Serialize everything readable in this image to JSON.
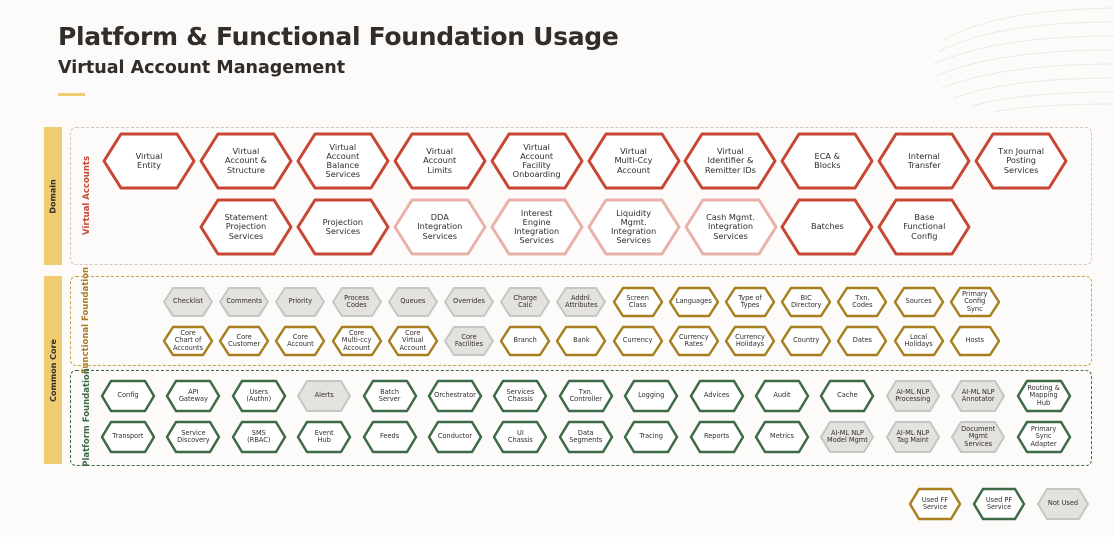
{
  "header": {
    "title": "Platform & Functional Foundation Usage",
    "subtitle": "Virtual Account Management"
  },
  "colors": {
    "accent": "#f0cc71",
    "domain_red": "#c74634",
    "domain_pink": "#e8b2aa",
    "ff_gold": "#a87f1f",
    "pf_green": "#3d6b47",
    "not_used": "#c7c5c3",
    "not_used_fill": "#e4e2df",
    "text": "#312d2a"
  },
  "bands": {
    "domain": "Domain",
    "common_core": "Common Core"
  },
  "virtual_accounts": {
    "label": "Virtual Accounts",
    "row1": [
      {
        "label": "Virtual\nEntity",
        "style": "red"
      },
      {
        "label": "Virtual\nAccount &\nStructure",
        "style": "red"
      },
      {
        "label": "Virtual\nAccount\nBalance\nServices",
        "style": "red"
      },
      {
        "label": "Virtual\nAccount\nLimits",
        "style": "red"
      },
      {
        "label": "Virtual\nAccount\nFacility\nOnboarding",
        "style": "red"
      },
      {
        "label": "Virtual\nMulti-Ccy\nAccount",
        "style": "red"
      },
      {
        "label": "Virtual\nIdentifier &\nRemitter IDs",
        "style": "red"
      },
      {
        "label": "ECA &\nBlocks",
        "style": "red"
      },
      {
        "label": "Internal\nTransfer",
        "style": "red"
      },
      {
        "label": "Txn Journal\nPosting\nServices",
        "style": "red"
      }
    ],
    "row2": [
      {
        "label": "Statement\nProjection\nServices",
        "style": "red"
      },
      {
        "label": "Projection\nServices",
        "style": "red"
      },
      {
        "label": "DDA\nIntegration\nServices",
        "style": "pink"
      },
      {
        "label": "Interest\nEngine\nIntegration\nServices",
        "style": "pink"
      },
      {
        "label": "Liquidity\nMgmt.\nIntegration\nServices",
        "style": "pink"
      },
      {
        "label": "Cash Mgmt.\nIntegration\nServices",
        "style": "pink"
      },
      {
        "label": "Batches",
        "style": "red"
      },
      {
        "label": "Base\nFunctional\nConfig",
        "style": "red"
      }
    ]
  },
  "functional_foundation": {
    "label": "Functional\nFoundation",
    "row1": [
      {
        "label": "Checklist",
        "style": "grey"
      },
      {
        "label": "Comments",
        "style": "grey"
      },
      {
        "label": "Priority",
        "style": "grey"
      },
      {
        "label": "Process\nCodes",
        "style": "grey"
      },
      {
        "label": "Queues",
        "style": "grey"
      },
      {
        "label": "Overrides",
        "style": "grey"
      },
      {
        "label": "Charge\nCalc",
        "style": "grey"
      },
      {
        "label": "Addnl.\nAttributes",
        "style": "grey"
      },
      {
        "label": "Screen\nClass",
        "style": "gold"
      },
      {
        "label": "Languages",
        "style": "gold"
      },
      {
        "label": "Type of\nTypes",
        "style": "gold"
      },
      {
        "label": "BIC\nDirectory",
        "style": "gold"
      },
      {
        "label": "Txn.\nCodes",
        "style": "gold"
      },
      {
        "label": "Sources",
        "style": "gold"
      },
      {
        "label": "Primary\nConfig\nSync",
        "style": "gold"
      }
    ],
    "row2": [
      {
        "label": "Core\nChart of\nAccounts",
        "style": "gold"
      },
      {
        "label": "Core\nCustomer",
        "style": "gold"
      },
      {
        "label": "Core\nAccount",
        "style": "gold"
      },
      {
        "label": "Core\nMulti-ccy\nAccount",
        "style": "gold"
      },
      {
        "label": "Core\nVirtual\nAccount",
        "style": "gold"
      },
      {
        "label": "Core\nFacilities",
        "style": "grey"
      },
      {
        "label": "Branch",
        "style": "gold"
      },
      {
        "label": "Bank",
        "style": "gold"
      },
      {
        "label": "Currency",
        "style": "gold"
      },
      {
        "label": "Currency\nRates",
        "style": "gold"
      },
      {
        "label": "Currency\nHolidays",
        "style": "gold"
      },
      {
        "label": "Country",
        "style": "gold"
      },
      {
        "label": "Dates",
        "style": "gold"
      },
      {
        "label": "Local\nHolidays",
        "style": "gold"
      },
      {
        "label": "Hosts",
        "style": "gold"
      }
    ]
  },
  "platform_foundation": {
    "label": "Platform\nFoundation",
    "row1": [
      {
        "label": "Config",
        "style": "green"
      },
      {
        "label": "API\nGateway",
        "style": "green"
      },
      {
        "label": "Users\n(Authn)",
        "style": "green"
      },
      {
        "label": "Alerts",
        "style": "grey"
      },
      {
        "label": "Batch\nServer",
        "style": "green"
      },
      {
        "label": "Orchestrator",
        "style": "green"
      },
      {
        "label": "Services\nChassis",
        "style": "green"
      },
      {
        "label": "Txn.\nController",
        "style": "green"
      },
      {
        "label": "Logging",
        "style": "green"
      },
      {
        "label": "Advices",
        "style": "green"
      },
      {
        "label": "Audit",
        "style": "green"
      },
      {
        "label": "Cache",
        "style": "green"
      },
      {
        "label": "AI-ML NLP\nProcessing",
        "style": "grey"
      },
      {
        "label": "AI-ML NLP\nAnnotator",
        "style": "grey"
      },
      {
        "label": "Routing &\nMapping\nHub",
        "style": "green"
      }
    ],
    "row2": [
      {
        "label": "Transport",
        "style": "green"
      },
      {
        "label": "Service\nDiscovery",
        "style": "green"
      },
      {
        "label": "SMS\n(RBAC)",
        "style": "green"
      },
      {
        "label": "Event\nHub",
        "style": "green"
      },
      {
        "label": "Feeds",
        "style": "green"
      },
      {
        "label": "Conductor",
        "style": "green"
      },
      {
        "label": "UI\nChassis",
        "style": "green"
      },
      {
        "label": "Data\nSegments",
        "style": "green"
      },
      {
        "label": "Tracing",
        "style": "green"
      },
      {
        "label": "Reports",
        "style": "green"
      },
      {
        "label": "Metrics",
        "style": "green"
      },
      {
        "label": "AI-ML NLP\nModel Mgmt",
        "style": "grey"
      },
      {
        "label": "AI-ML NLP\nTag Maint",
        "style": "grey"
      },
      {
        "label": "Document\nMgmt\nServices",
        "style": "grey"
      },
      {
        "label": "Primary\nSync\nAdapter",
        "style": "green"
      }
    ]
  },
  "legend": [
    {
      "label": "Used FF\nService",
      "style": "gold"
    },
    {
      "label": "Used PF\nService",
      "style": "green"
    },
    {
      "label": "Not Used",
      "style": "grey"
    }
  ]
}
